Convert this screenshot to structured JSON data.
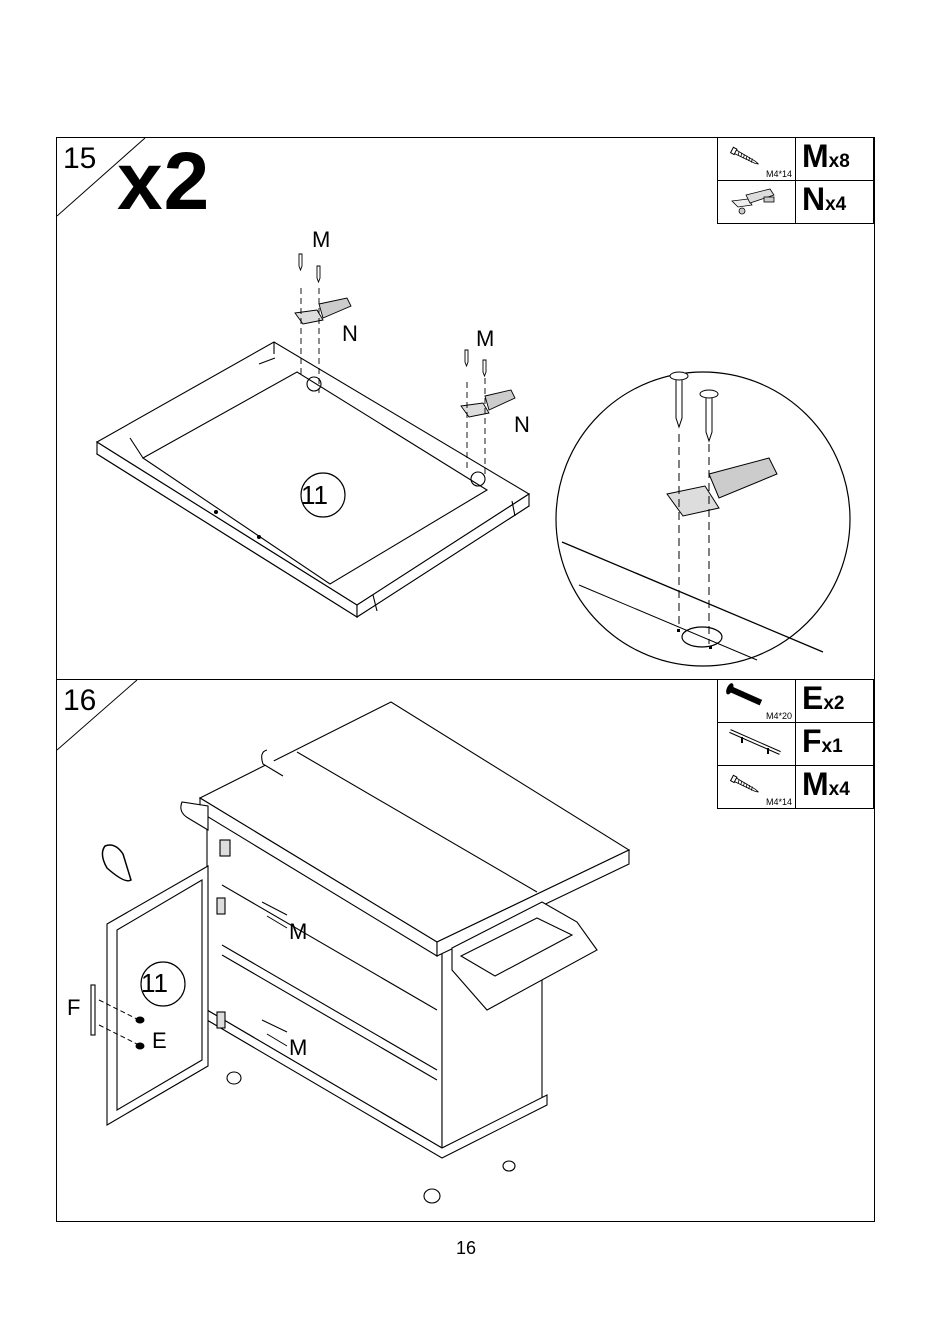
{
  "page_number": "16",
  "steps": [
    {
      "number": "15",
      "multiplier": "x2",
      "parts": [
        {
          "icon": "wood-screw-icon",
          "size": "M4*14",
          "letter": "M",
          "qty": "x8"
        },
        {
          "icon": "hinge-icon",
          "size": "",
          "letter": "N",
          "qty": "x4"
        }
      ],
      "callouts": {
        "m_left": "M",
        "n_left": "N",
        "m_right": "M",
        "n_right": "N",
        "panel_number": "11"
      }
    },
    {
      "number": "16",
      "parts": [
        {
          "icon": "machine-bolt-icon",
          "size": "M4*20",
          "letter": "E",
          "qty": "x2"
        },
        {
          "icon": "handle-icon",
          "size": "",
          "letter": "F",
          "qty": "x1"
        },
        {
          "icon": "wood-screw-icon",
          "size": "M4*14",
          "letter": "M",
          "qty": "x4"
        }
      ],
      "callouts": {
        "m_top": "M",
        "m_bottom": "M",
        "f": "F",
        "e": "E",
        "panel_number": "11"
      }
    }
  ]
}
